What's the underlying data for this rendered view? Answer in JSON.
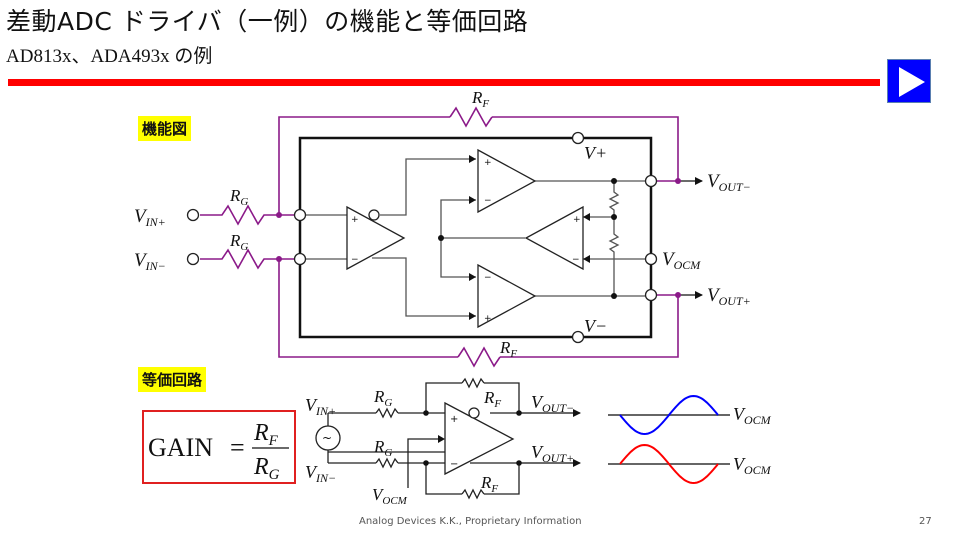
{
  "header": {
    "title": "差動ADC ドライバ（一例）の機能と等価回路",
    "subtitle": "AD813x、ADA493x の例",
    "next_button_icon": "play-triangle-icon",
    "accent_color": "#ff0000",
    "button_color": "#0000ff"
  },
  "functional_diagram": {
    "label": "機能図",
    "label_bg": "#ffff00",
    "wire_color": "#8b1a89",
    "inputs": [
      {
        "name": "V",
        "sub": "IN+"
      },
      {
        "name": "V",
        "sub": "IN−"
      }
    ],
    "rg": {
      "name": "R",
      "sub": "G"
    },
    "rf": {
      "name": "R",
      "sub": "F"
    },
    "supply_pos": "V+",
    "supply_neg": "V−",
    "outputs": [
      {
        "name": "V",
        "sub": "OUT−"
      },
      {
        "name": "V",
        "sub": "OUT+"
      }
    ],
    "vocm": {
      "name": "V",
      "sub": "OCM"
    },
    "op_plus": "+",
    "op_minus": "−"
  },
  "equivalent_circuit": {
    "label": "等価回路",
    "source_symbol": "~",
    "gain_formula": {
      "lhs": "GAIN",
      "eq": "=",
      "num": {
        "name": "R",
        "sub": "F"
      },
      "den": {
        "name": "R",
        "sub": "G"
      },
      "border_color": "#e02020"
    },
    "waveforms": [
      {
        "output": "OUT−",
        "color": "#0000ff",
        "ref": {
          "name": "V",
          "sub": "OCM"
        }
      },
      {
        "output": "OUT+",
        "color": "#ff0000",
        "ref": {
          "name": "V",
          "sub": "OCM"
        }
      }
    ]
  },
  "footer": {
    "text": "Analog Devices K.K., Proprietary Information",
    "page_number": "27"
  }
}
